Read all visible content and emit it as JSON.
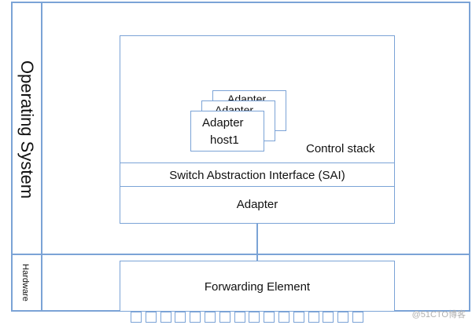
{
  "sidebar": {
    "os_label": "Operating System",
    "hw_label": "Hardware"
  },
  "control_stack": {
    "label": "Control stack",
    "adapters_stack": [
      "Adapter",
      "Adapter",
      "Adapter\nhost1"
    ],
    "adapter_host_line1": "Adapter",
    "adapter_host_line2": "host1"
  },
  "sai": {
    "label": "Switch Abstraction Interface (SAI)"
  },
  "adapter": {
    "label": "Adapter"
  },
  "forwarding": {
    "label": "Forwarding Element"
  },
  "ports": {
    "count": 16
  },
  "watermark": "@51CTO博客"
}
